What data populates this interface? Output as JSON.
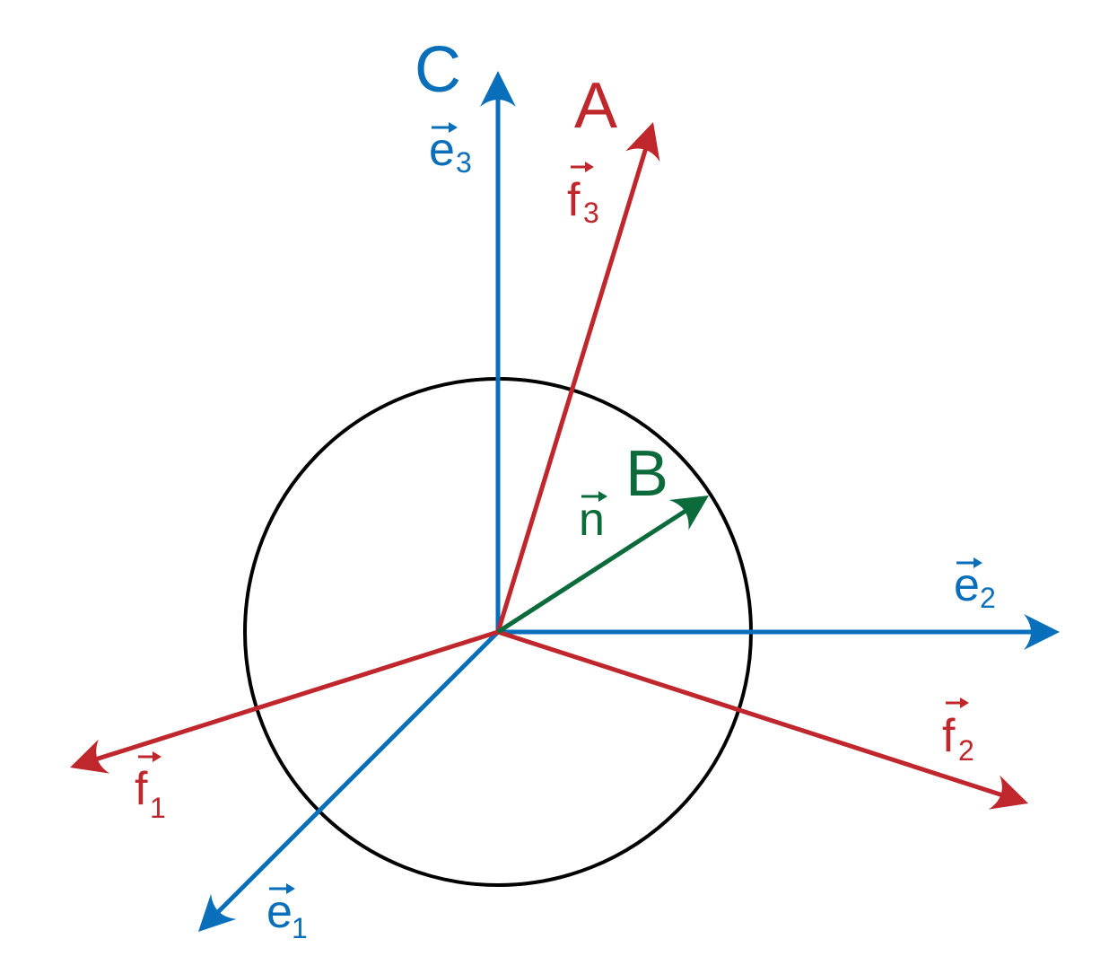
{
  "colors": {
    "blue": "#0a6fba",
    "red": "#c0272d",
    "green": "#0b6b3a",
    "black": "#000000"
  },
  "labels": {
    "point_c": "C",
    "point_a": "A",
    "point_b": "B",
    "vec_e1_base": "e",
    "vec_e1_sub": "1",
    "vec_e2_base": "e",
    "vec_e2_sub": "2",
    "vec_e3_base": "e",
    "vec_e3_sub": "3",
    "vec_f1_base": "f",
    "vec_f1_sub": "1",
    "vec_f2_base": "f",
    "vec_f2_sub": "2",
    "vec_f3_base": "f",
    "vec_f3_sub": "3",
    "vec_n_base": "n"
  }
}
